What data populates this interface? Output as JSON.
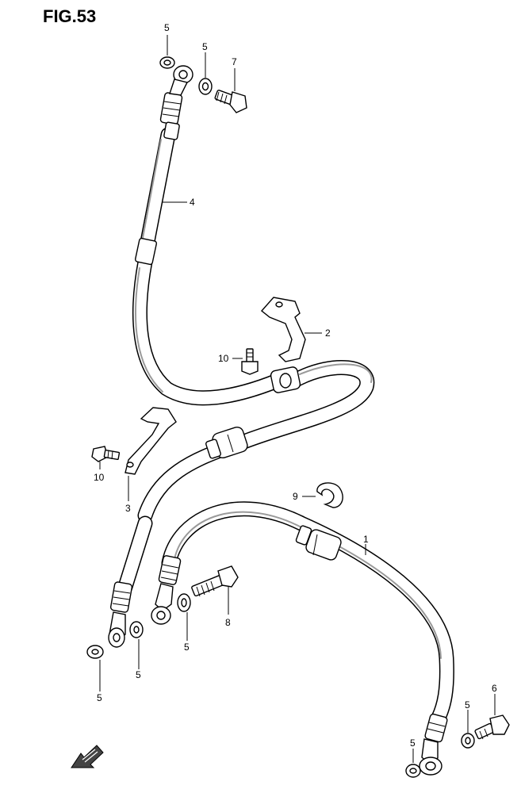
{
  "figure": {
    "title": "FIG.53"
  },
  "callouts": {
    "p1": "1",
    "p2": "2",
    "p3": "3",
    "p4": "4",
    "p5a": "5",
    "p5b": "5",
    "p5c": "5",
    "p5d": "5",
    "p5e": "5",
    "p5f": "5",
    "p5g": "5",
    "p6": "6",
    "p7": "7",
    "p8": "8",
    "p9": "9",
    "p10a": "10",
    "p10b": "10"
  },
  "icons": {
    "front_arrow": "front-direction-arrow-icon"
  }
}
